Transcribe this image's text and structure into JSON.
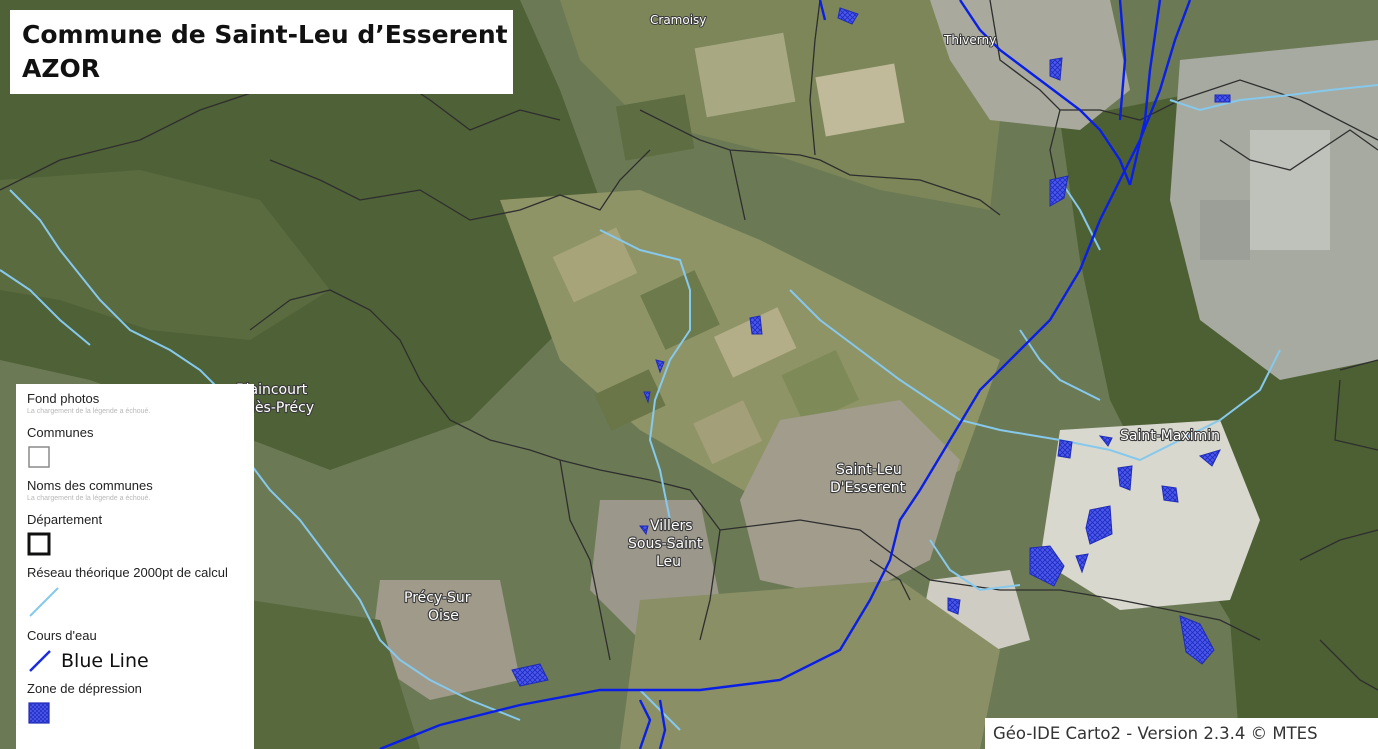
{
  "title": {
    "line1": "Commune de Saint-Leu d’Esserent",
    "line2": "AZOR"
  },
  "place_labels": {
    "cramoisy": "Cramoisy",
    "thiverny": "Thiverny",
    "blaincourt_1": "Blaincourt",
    "blaincourt_2": "-lès-Précy",
    "saint_leu_1": "Saint-Leu",
    "saint_leu_2": "D'Esserent",
    "villers_1": "Villers",
    "villers_2": "Sous-Saint",
    "villers_3": "Leu",
    "precy_1": "Précy-Sur",
    "precy_2": "Oise",
    "saint_maximin": "Saint-Maximin"
  },
  "legend": {
    "items": [
      {
        "title": "Fond photos",
        "error": "La chargement de la légende a échoué."
      },
      {
        "title": "Communes",
        "symbol": "square-outline-gray-icon"
      },
      {
        "title": "Noms des communes",
        "error": "La chargement de la légende a échoué."
      },
      {
        "title": "Département",
        "symbol": "square-outline-black-icon"
      },
      {
        "title": "Réseau théorique 2000pt de calcul",
        "symbol": "light-blue-line-icon"
      },
      {
        "title": "Cours d'eau",
        "symbol": "blue-line-icon",
        "symbol_text": "Blue Line"
      },
      {
        "title": "Zone de dépression",
        "symbol": "hatched-blue-square-icon"
      }
    ]
  },
  "colors": {
    "river_network": "#86c9ec",
    "watercourse": "#0a1fe6",
    "depression_zone": "#3a48e6",
    "commune_border": "#2e2e2e"
  },
  "attribution": "Géo-IDE Carto2 - Version 2.3.4 © MTES"
}
